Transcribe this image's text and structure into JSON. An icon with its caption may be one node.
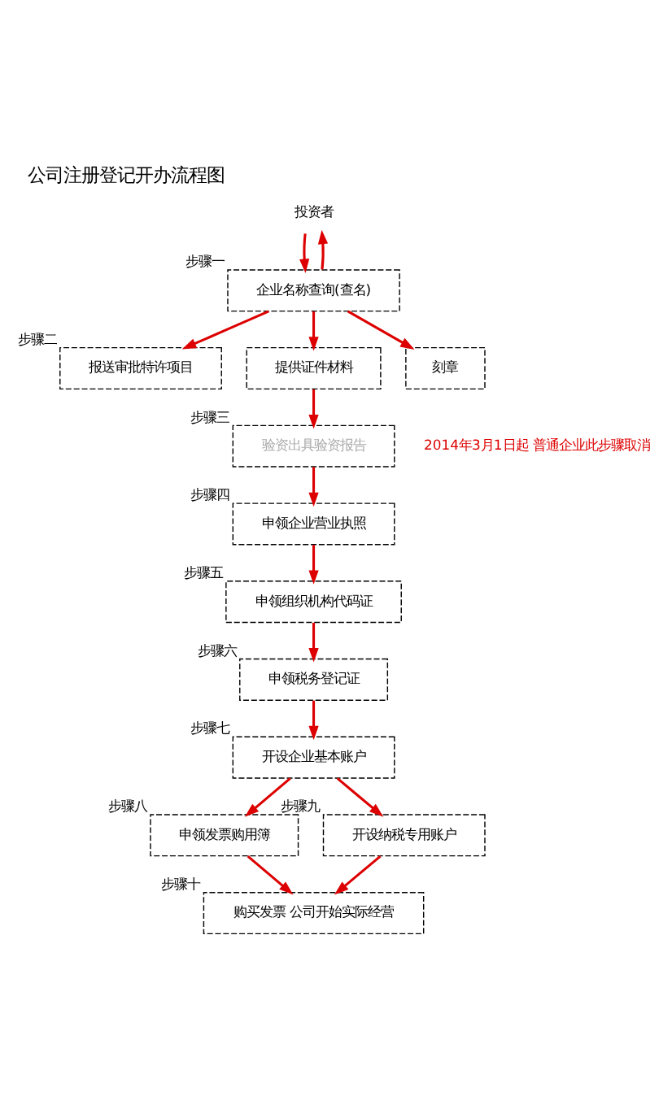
{
  "diagram": {
    "title": "公司注册登记开办流程图",
    "nodes": [
      {
        "text": [
          "投资者"
        ]
      },
      {
        "text": [
          "企业名称查询(查名)"
        ],
        "beside": [
          "步骤一"
        ]
      },
      {
        "text": [
          "报送审批特许项目"
        ],
        "beside": [
          "步骤二"
        ]
      },
      {
        "text": [
          "提供证件材料"
        ]
      },
      {
        "text": [
          "刻章"
        ]
      },
      {
        "text": [
          "验资出具验资报告"
        ],
        "beside": [
          "步骤三",
          "2014年3月1日起 普通企业此步骤取消"
        ]
      },
      {
        "text": [
          "申领企业营业执照"
        ],
        "beside": [
          "步骤四"
        ]
      },
      {
        "text": [
          "申领组织机构代码证"
        ],
        "beside": [
          "步骤五"
        ]
      },
      {
        "text": [
          "申领税务登记证"
        ],
        "beside": [
          "步骤六"
        ]
      },
      {
        "text": [
          "开设企业基本账户"
        ],
        "beside": [
          "步骤七"
        ]
      },
      {
        "text": [
          "申领发票购用簿"
        ],
        "beside": [
          "步骤八"
        ]
      },
      {
        "text": [
          "开设纳税专用账户"
        ],
        "beside": [
          "步骤九"
        ]
      },
      {
        "text": [
          "购买发票 公司开始实际经营"
        ],
        "beside": [
          "步骤十"
        ]
      }
    ],
    "edges": [
      {
        "from": 0,
        "to": 1,
        "arrow": "to"
      },
      {
        "from": 1,
        "to": 0,
        "arrow": "to"
      },
      {
        "from": 1,
        "to": 2,
        "arrow": "to"
      },
      {
        "from": 1,
        "to": 3,
        "arrow": "to"
      },
      {
        "from": 1,
        "to": 4,
        "arrow": "to"
      },
      {
        "from": 3,
        "to": 5,
        "arrow": "to"
      },
      {
        "from": 5,
        "to": 6,
        "arrow": "to"
      },
      {
        "from": 6,
        "to": 7,
        "arrow": "to"
      },
      {
        "from": 7,
        "to": 8,
        "arrow": "to"
      },
      {
        "from": 8,
        "to": 9,
        "arrow": "to"
      },
      {
        "from": 9,
        "to": 10,
        "arrow": "to"
      },
      {
        "from": 9,
        "to": 11,
        "arrow": "to"
      },
      {
        "from": 10,
        "to": 12,
        "arrow": "to"
      },
      {
        "from": 11,
        "to": 12,
        "arrow": "to"
      }
    ]
  }
}
